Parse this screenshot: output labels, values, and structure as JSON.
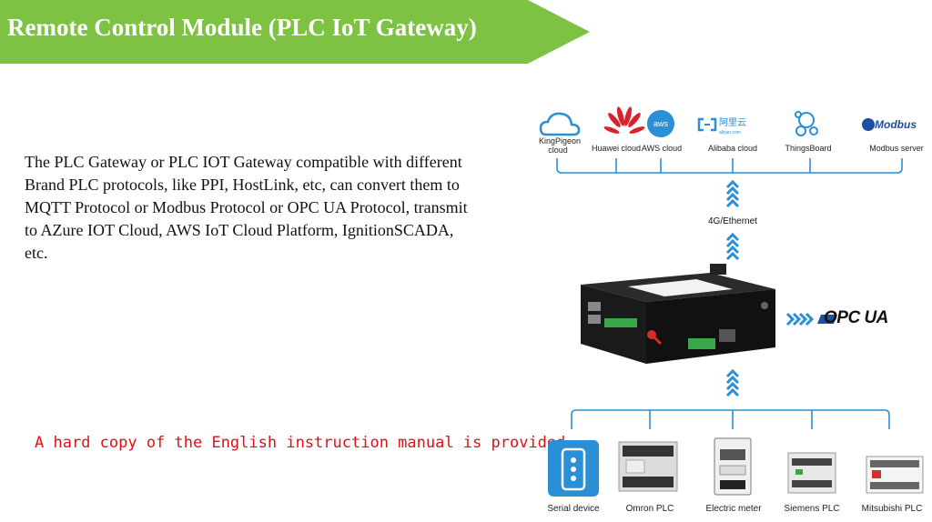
{
  "header": {
    "title": "Remote Control Module (PLC IoT Gateway)"
  },
  "main": {
    "description": "The PLC Gateway or PLC IOT Gateway compatible with different Brand PLC protocols, like PPI, HostLink, etc, can convert them to MQTT Protocol or Modbus Protocol or OPC UA Protocol, transmit to AZure IOT Cloud, AWS IoT Cloud Platform, IgnitionSCADA, etc.",
    "note": "A hard copy of the English instruction manual is provided"
  },
  "diagram": {
    "clouds": [
      {
        "label": "KingPigeon\ncloud",
        "icon": "cloud-outline-icon"
      },
      {
        "label": "Huawei cloud",
        "icon": "huawei-logo-icon"
      },
      {
        "label": "AWS cloud",
        "icon": "aws-logo-icon"
      },
      {
        "label": "Alibaba cloud",
        "icon": "alibaba-logo-icon",
        "logo_text": "阿里云",
        "logo_sub": "aliyun.com"
      },
      {
        "label": "ThingsBoard",
        "icon": "thingsboard-logo-icon"
      },
      {
        "label": "Modbus server",
        "icon": "modbus-logo-icon",
        "logo_text": "Modbus"
      }
    ],
    "uplink_label": "4G/Ethernet",
    "opc_label": "OPC UA",
    "devices": [
      {
        "label": "Serial device",
        "icon": "serial-port-icon"
      },
      {
        "label": "Omron PLC",
        "icon": "omron-plc-icon"
      },
      {
        "label": "Electric meter",
        "icon": "electric-meter-icon"
      },
      {
        "label": "Siemens PLC",
        "icon": "siemens-plc-icon"
      },
      {
        "label": "Mitsubishi PLC",
        "icon": "mitsubishi-plc-icon"
      }
    ],
    "colors": {
      "accent_blue": "#2a8fd6",
      "banner_green": "#7dc242",
      "note_red": "#e0101a"
    }
  }
}
